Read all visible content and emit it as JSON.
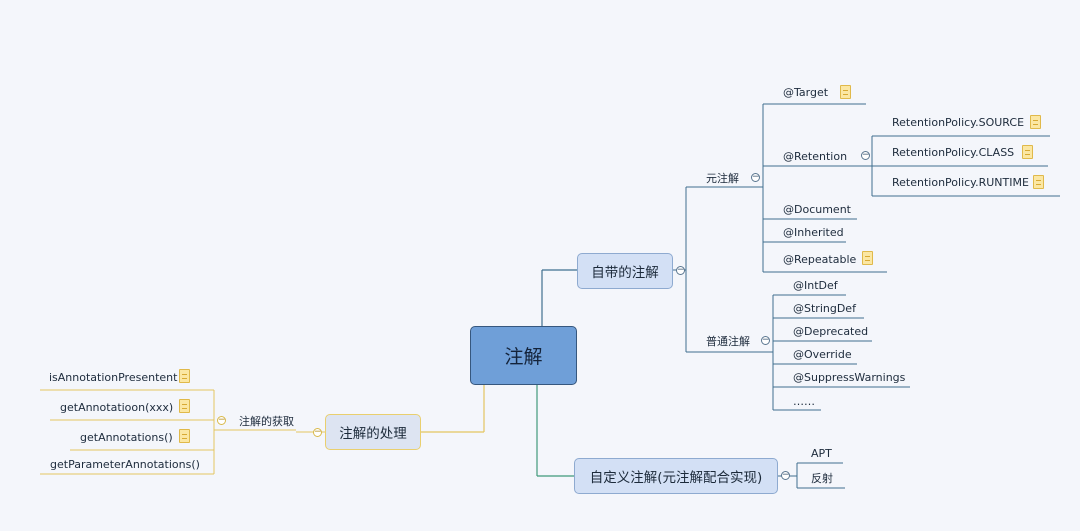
{
  "central": {
    "label": "注解"
  },
  "builtin": {
    "label": "自带的注解",
    "meta": {
      "label": "元注解",
      "items": {
        "target": "@Target",
        "retention": "@Retention",
        "document": "@Document",
        "inherited": "@Inherited",
        "repeatable": "@Repeatable"
      },
      "retention_policies": [
        "RetentionPolicy.SOURCE",
        "RetentionPolicy.CLASS",
        "RetentionPolicy.RUNTIME"
      ]
    },
    "normal": {
      "label": "普通注解",
      "items": [
        "@IntDef",
        "@StringDef",
        "@Deprecated",
        "@Override",
        "@SuppressWarnings",
        "……"
      ]
    }
  },
  "custom": {
    "label": "自定义注解(元注解配合实现)",
    "items": [
      "APT",
      "反射"
    ]
  },
  "processing": {
    "label": "注解的处理",
    "retrieval": {
      "label": "注解的获取",
      "items": [
        "isAnnotationPresentent",
        "getAnnotatioon(xxx)",
        "getAnnotations()",
        "getParameterAnnotations()"
      ]
    }
  },
  "colors": {
    "branch_blue": "#3f6f8f",
    "branch_green": "#3f9a7a",
    "branch_yellow": "#e3c560",
    "central_fill": "#6f9fd8",
    "node_fill": "#d3e0f5"
  },
  "icons": {
    "note": "note-icon",
    "collapse": "collapse-icon"
  }
}
